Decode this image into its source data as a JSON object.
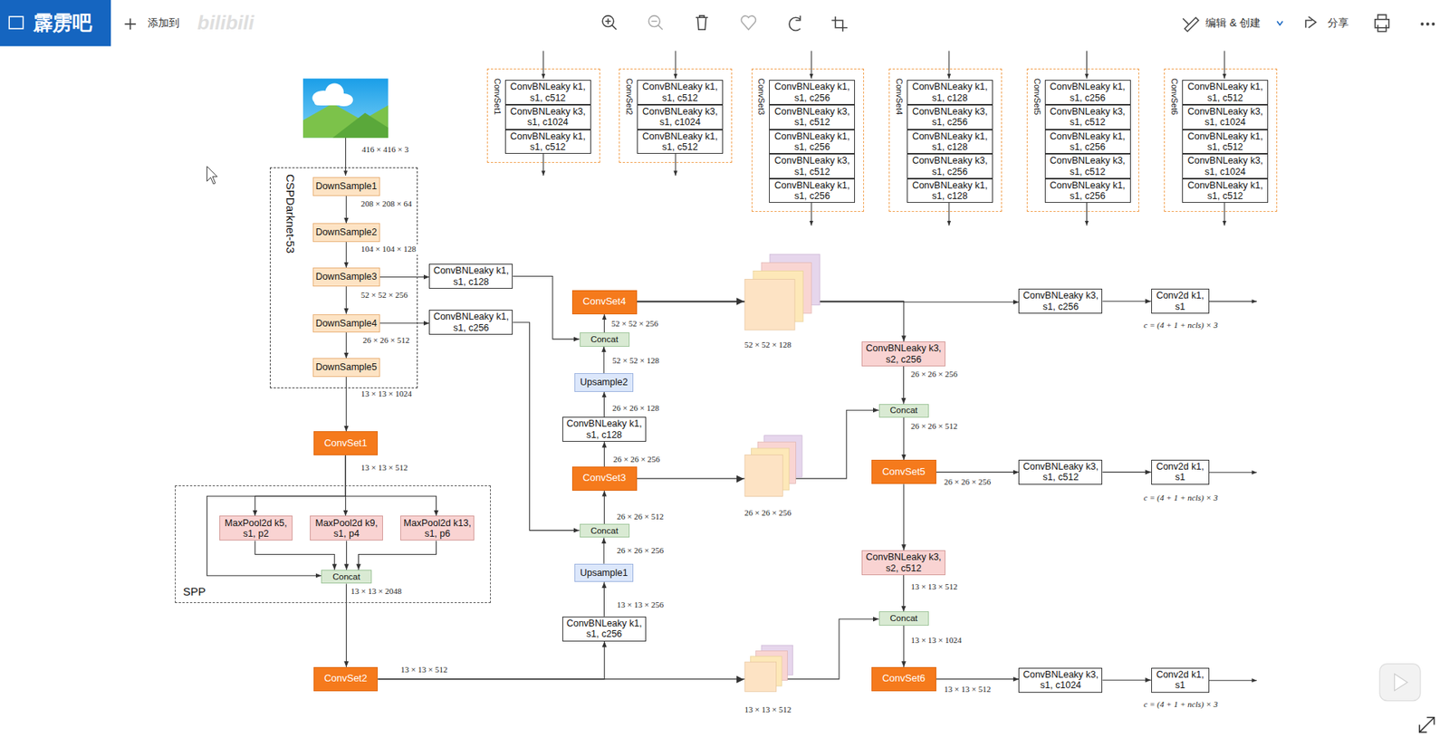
{
  "diagram": {
    "nodes": [
      {
        "text": [
          "CSPDarknet-53"
        ]
      },
      {
        "text": [
          "DownSample1"
        ],
        "in": 0
      },
      {
        "text": [
          "DownSample2"
        ],
        "in": 0
      },
      {
        "text": [
          "DownSample3"
        ],
        "in": 0
      },
      {
        "text": [
          "DownSample4"
        ],
        "in": 0
      },
      {
        "text": [
          "DownSample5"
        ],
        "in": 0
      },
      {
        "text": [
          "ConvSet1"
        ]
      },
      {
        "text": [
          "SPP"
        ]
      },
      {
        "text": [
          "MaxPool2d k5, s1, p2"
        ],
        "in": 7
      },
      {
        "text": [
          "MaxPool2d k9, s1, p4"
        ],
        "in": 7
      },
      {
        "text": [
          "MaxPool2d k13, s1, p6"
        ],
        "in": 7
      },
      {
        "text": [
          "Concat"
        ],
        "in": 7
      },
      {
        "text": [
          "ConvSet2"
        ]
      },
      {
        "text": [
          "ConvBNLeaky k1, s1, c128"
        ]
      },
      {
        "text": [
          "ConvBNLeaky k1, s1, c256"
        ]
      },
      {
        "text": [
          "ConvBNLeaky k1, s1, c256"
        ]
      },
      {
        "text": [
          "Upsample1"
        ]
      },
      {
        "text": [
          "Concat"
        ]
      },
      {
        "text": [
          "ConvSet3"
        ]
      },
      {
        "text": [
          "ConvBNLeaky k1, s1, c128"
        ]
      },
      {
        "text": [
          "Upsample2"
        ]
      },
      {
        "text": [
          "Concat"
        ]
      },
      {
        "text": [
          "ConvSet4"
        ]
      },
      {
        "text": [
          "ConvBNLeaky k3, s2, c256"
        ]
      },
      {
        "text": [
          "Concat"
        ]
      },
      {
        "text": [
          "ConvSet5"
        ]
      },
      {
        "text": [
          "ConvBNLeaky k3, s2, c512"
        ]
      },
      {
        "text": [
          "Concat"
        ]
      },
      {
        "text": [
          "ConvSet6"
        ]
      },
      {
        "text": [
          "ConvBNLeaky k3, s1, c256"
        ]
      },
      {
        "text": [
          "Conv2d k1, s1"
        ]
      },
      {
        "text": [
          "ConvBNLeaky k3, s1, c512"
        ]
      },
      {
        "text": [
          "Conv2d k1, s1"
        ]
      },
      {
        "text": [
          "ConvBNLeaky k3, s1, c1024"
        ]
      },
      {
        "text": [
          "Conv2d k1, s1"
        ]
      },
      {
        "text": [
          "ConvSet1"
        ]
      },
      {
        "text": [
          "ConvBNLeaky k1, s1, c512"
        ],
        "in": 35
      },
      {
        "text": [
          "ConvBNLeaky k3, s1, c1024"
        ],
        "in": 35
      },
      {
        "text": [
          "ConvBNLeaky k1, s1, c512"
        ],
        "in": 35
      },
      {
        "text": [
          "ConvSet2"
        ]
      },
      {
        "text": [
          "ConvBNLeaky k1, s1, c512"
        ],
        "in": 39
      },
      {
        "text": [
          "ConvBNLeaky k3, s1, c1024"
        ],
        "in": 39
      },
      {
        "text": [
          "ConvBNLeaky k1, s1, c512"
        ],
        "in": 39
      },
      {
        "text": [
          "ConvSet3"
        ]
      },
      {
        "text": [
          "ConvBNLeaky k1, s1, c256"
        ],
        "in": 43
      },
      {
        "text": [
          "ConvBNLeaky k3, s1, c512"
        ],
        "in": 43
      },
      {
        "text": [
          "ConvBNLeaky k1, s1, c256"
        ],
        "in": 43
      },
      {
        "text": [
          "ConvBNLeaky k3, s1, c512"
        ],
        "in": 43
      },
      {
        "text": [
          "ConvBNLeaky k1, s1, c256"
        ],
        "in": 43
      },
      {
        "text": [
          "ConvSet4"
        ]
      },
      {
        "text": [
          "ConvBNLeaky k1, s1, c128"
        ],
        "in": 49
      },
      {
        "text": [
          "ConvBNLeaky k3, s1, c256"
        ],
        "in": 49
      },
      {
        "text": [
          "ConvBNLeaky k1, s1, c128"
        ],
        "in": 49
      },
      {
        "text": [
          "ConvBNLeaky k3, s1, c256"
        ],
        "in": 49
      },
      {
        "text": [
          "ConvBNLeaky k1, s1, c128"
        ],
        "in": 49
      },
      {
        "text": [
          "ConvSet5"
        ]
      },
      {
        "text": [
          "ConvBNLeaky k1, s1, c256"
        ],
        "in": 55
      },
      {
        "text": [
          "ConvBNLeaky k3, s1, c512"
        ],
        "in": 55
      },
      {
        "text": [
          "ConvBNLeaky k1, s1, c256"
        ],
        "in": 55
      },
      {
        "text": [
          "ConvBNLeaky k3, s1, c512"
        ],
        "in": 55
      },
      {
        "text": [
          "ConvBNLeaky k1, s1, c256"
        ],
        "in": 55
      },
      {
        "text": [
          "ConvSet6"
        ]
      },
      {
        "text": [
          "ConvBNLeaky k1, s1, c512"
        ],
        "in": 61
      },
      {
        "text": [
          "ConvBNLeaky k3, s1, c1024"
        ],
        "in": 61
      },
      {
        "text": [
          "ConvBNLeaky k1, s1, c512"
        ],
        "in": 61
      },
      {
        "text": [
          "ConvBNLeaky k3, s1, c1024"
        ],
        "in": 61
      },
      {
        "text": [
          "ConvBNLeaky k1, s1, c512"
        ],
        "in": 61
      }
    ],
    "edges": [
      {
        "from": 1,
        "to": 2,
        "arrow": "to"
      },
      {
        "from": 2,
        "to": 3,
        "arrow": "to"
      },
      {
        "from": 3,
        "to": 4,
        "arrow": "to"
      },
      {
        "from": 4,
        "to": 5,
        "arrow": "to"
      },
      {
        "from": 5,
        "to": 6,
        "arrow": "to"
      },
      {
        "from": 6,
        "to": 8,
        "arrow": "to"
      },
      {
        "from": 6,
        "to": 9,
        "arrow": "to"
      },
      {
        "from": 6,
        "to": 10,
        "arrow": "to"
      },
      {
        "from": 6,
        "to": 11,
        "arrow": "to"
      },
      {
        "from": 8,
        "to": 11,
        "arrow": "to"
      },
      {
        "from": 9,
        "to": 11,
        "arrow": "to"
      },
      {
        "from": 10,
        "to": 11,
        "arrow": "to"
      },
      {
        "from": 11,
        "to": 12,
        "arrow": "to"
      },
      {
        "from": 3,
        "to": 13,
        "arrow": "to"
      },
      {
        "from": 4,
        "to": 14,
        "arrow": "to"
      },
      {
        "from": 13,
        "to": 21,
        "arrow": "to"
      },
      {
        "from": 14,
        "to": 17,
        "arrow": "to"
      },
      {
        "from": 12,
        "to": 15,
        "arrow": "to"
      },
      {
        "from": 15,
        "to": 16,
        "arrow": "to"
      },
      {
        "from": 16,
        "to": 17,
        "arrow": "to"
      },
      {
        "from": 17,
        "to": 18,
        "arrow": "to"
      },
      {
        "from": 18,
        "to": 19,
        "arrow": "to"
      },
      {
        "from": 19,
        "to": 20,
        "arrow": "to"
      },
      {
        "from": 20,
        "to": 21,
        "arrow": "to"
      },
      {
        "from": 21,
        "to": 22,
        "arrow": "to"
      },
      {
        "from": 22,
        "to": 29,
        "arrow": "to"
      },
      {
        "from": 22,
        "to": 23,
        "arrow": "to"
      },
      {
        "from": 23,
        "to": 24,
        "arrow": "to"
      },
      {
        "from": 18,
        "to": 24,
        "arrow": "to"
      },
      {
        "from": 24,
        "to": 25,
        "arrow": "to"
      },
      {
        "from": 25,
        "to": 31,
        "arrow": "to"
      },
      {
        "from": 25,
        "to": 26,
        "arrow": "to"
      },
      {
        "from": 26,
        "to": 27,
        "arrow": "to"
      },
      {
        "from": 12,
        "to": 27,
        "arrow": "to"
      },
      {
        "from": 27,
        "to": 28,
        "arrow": "to"
      },
      {
        "from": 28,
        "to": 33,
        "arrow": "to"
      },
      {
        "from": 29,
        "to": 30,
        "arrow": "to"
      },
      {
        "from": 31,
        "to": 32,
        "arrow": "to"
      },
      {
        "from": 33,
        "to": 34,
        "arrow": "to"
      }
    ],
    "labels": [
      "霹雳吧",
      "添加到",
      "bilibili",
      "编辑 & 创建",
      "分享",
      "416 × 416 × 3",
      "208 × 208 × 64",
      "104 × 104 × 128",
      "52 × 52 × 256",
      "26 × 26 × 512",
      "13 × 13 × 1024",
      "13 × 13 × 512",
      "13 × 13 × 2048",
      "13 × 13 × 512",
      "52 × 52 × 256",
      "52 × 52 × 128",
      "26 × 26 × 128",
      "26 × 26 × 256",
      "26 × 26 × 512",
      "26 × 26 × 256",
      "13 × 13 × 256",
      "52 × 52 × 128",
      "26 × 26 × 256",
      "13 × 13 × 512",
      "26 × 26 × 256",
      "26 × 26 × 512",
      "26 × 26 × 256",
      "13 × 13 × 512",
      "13 × 13 × 1024",
      "13 × 13 × 512",
      "c = (4 + 1 + ncls) × 3",
      "c = (4 + 1 + ncls) × 3",
      "c = (4 + 1 + ncls) × 3"
    ]
  }
}
